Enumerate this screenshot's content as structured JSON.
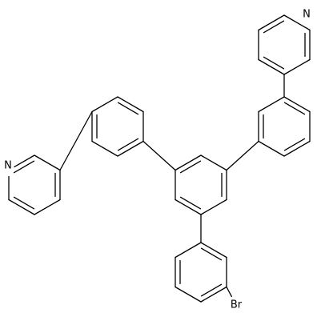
{
  "diagram": {
    "type": "skeletal-structure",
    "atom_labels": {
      "n_top": "N",
      "n_left": "N",
      "br": "Br"
    },
    "colors": {
      "bond": "#000000",
      "background": "#ffffff"
    }
  }
}
